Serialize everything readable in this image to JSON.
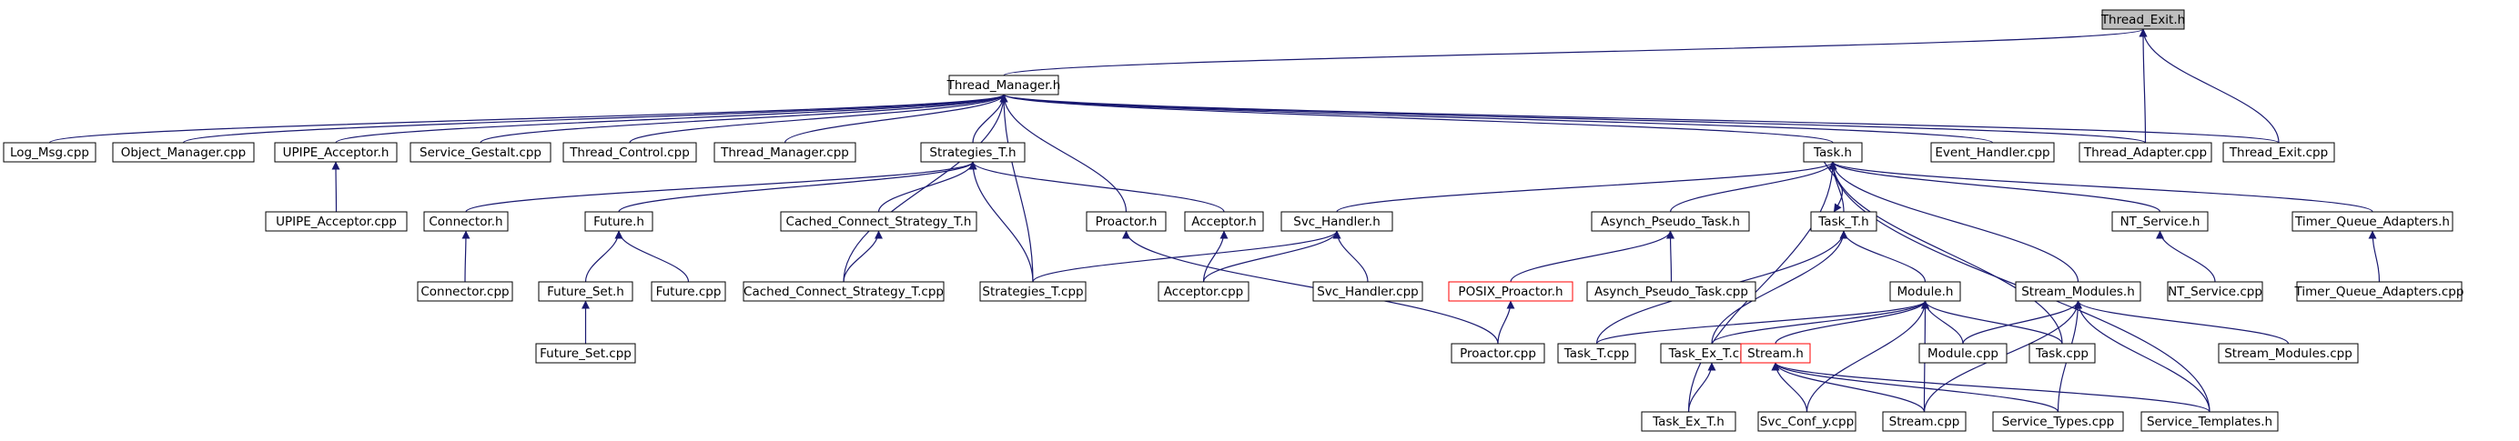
{
  "colors": {
    "edge": "#191970",
    "border": "#000000",
    "border_highlight": "#ff0000",
    "root_fill": "#bfbfbf",
    "fill": "#ffffff"
  },
  "nodes": [
    {
      "id": "thread_exit_h",
      "label": "Thread_Exit.h",
      "kind": "root"
    },
    {
      "id": "thread_manager_h",
      "label": "Thread_Manager.h"
    },
    {
      "id": "log_msg_cpp",
      "label": "Log_Msg.cpp"
    },
    {
      "id": "object_manager_cpp",
      "label": "Object_Manager.cpp"
    },
    {
      "id": "upipe_acceptor_h",
      "label": "UPIPE_Acceptor.h"
    },
    {
      "id": "service_gestalt_cpp",
      "label": "Service_Gestalt.cpp"
    },
    {
      "id": "thread_control_cpp",
      "label": "Thread_Control.cpp"
    },
    {
      "id": "thread_manager_cpp",
      "label": "Thread_Manager.cpp"
    },
    {
      "id": "strategies_t_h",
      "label": "Strategies_T.h"
    },
    {
      "id": "task_h",
      "label": "Task.h"
    },
    {
      "id": "event_handler_cpp",
      "label": "Event_Handler.cpp"
    },
    {
      "id": "thread_adapter_cpp",
      "label": "Thread_Adapter.cpp"
    },
    {
      "id": "thread_exit_cpp",
      "label": "Thread_Exit.cpp"
    },
    {
      "id": "upipe_acceptor_cpp",
      "label": "UPIPE_Acceptor.cpp"
    },
    {
      "id": "connector_h",
      "label": "Connector.h"
    },
    {
      "id": "future_h",
      "label": "Future.h"
    },
    {
      "id": "cached_connect_strategy_t_h",
      "label": "Cached_Connect_Strategy_T.h"
    },
    {
      "id": "proactor_h",
      "label": "Proactor.h"
    },
    {
      "id": "acceptor_h",
      "label": "Acceptor.h"
    },
    {
      "id": "svc_handler_h",
      "label": "Svc_Handler.h"
    },
    {
      "id": "asynch_pseudo_task_h",
      "label": "Asynch_Pseudo_Task.h"
    },
    {
      "id": "task_t_h",
      "label": "Task_T.h"
    },
    {
      "id": "nt_service_h",
      "label": "NT_Service.h"
    },
    {
      "id": "timer_queue_adapters_h",
      "label": "Timer_Queue_Adapters.h"
    },
    {
      "id": "connector_cpp",
      "label": "Connector.cpp"
    },
    {
      "id": "future_set_h",
      "label": "Future_Set.h"
    },
    {
      "id": "future_cpp",
      "label": "Future.cpp"
    },
    {
      "id": "cached_connect_strategy_t_cpp",
      "label": "Cached_Connect_Strategy_T.cpp"
    },
    {
      "id": "strategies_t_cpp",
      "label": "Strategies_T.cpp"
    },
    {
      "id": "acceptor_cpp",
      "label": "Acceptor.cpp"
    },
    {
      "id": "svc_handler_cpp",
      "label": "Svc_Handler.cpp"
    },
    {
      "id": "posix_proactor_h",
      "label": "POSIX_Proactor.h",
      "kind": "highlight"
    },
    {
      "id": "asynch_pseudo_task_cpp",
      "label": "Asynch_Pseudo_Task.cpp"
    },
    {
      "id": "module_h",
      "label": "Module.h"
    },
    {
      "id": "stream_modules_h",
      "label": "Stream_Modules.h"
    },
    {
      "id": "nt_service_cpp",
      "label": "NT_Service.cpp"
    },
    {
      "id": "timer_queue_adapters_cpp",
      "label": "Timer_Queue_Adapters.cpp"
    },
    {
      "id": "future_set_cpp",
      "label": "Future_Set.cpp"
    },
    {
      "id": "proactor_cpp",
      "label": "Proactor.cpp"
    },
    {
      "id": "task_t_cpp",
      "label": "Task_T.cpp"
    },
    {
      "id": "task_ex_t_cpp",
      "label": "Task_Ex_T.cpp"
    },
    {
      "id": "module_cpp",
      "label": "Module.cpp"
    },
    {
      "id": "task_cpp",
      "label": "Task.cpp"
    },
    {
      "id": "stream_modules_cpp",
      "label": "Stream_Modules.cpp"
    },
    {
      "id": "stream_h",
      "label": "Stream.h",
      "kind": "highlight"
    },
    {
      "id": "task_ex_t_h",
      "label": "Task_Ex_T.h"
    },
    {
      "id": "svc_conf_y_cpp",
      "label": "Svc_Conf_y.cpp"
    },
    {
      "id": "stream_cpp",
      "label": "Stream.cpp"
    },
    {
      "id": "service_types_cpp",
      "label": "Service_Types.cpp"
    },
    {
      "id": "service_templates_h",
      "label": "Service_Templates.h"
    }
  ],
  "edges": [
    [
      "thread_manager_h",
      "thread_exit_h"
    ],
    [
      "thread_adapter_cpp",
      "thread_exit_h"
    ],
    [
      "thread_exit_cpp",
      "thread_exit_h"
    ],
    [
      "log_msg_cpp",
      "thread_manager_h"
    ],
    [
      "object_manager_cpp",
      "thread_manager_h"
    ],
    [
      "upipe_acceptor_h",
      "thread_manager_h"
    ],
    [
      "service_gestalt_cpp",
      "thread_manager_h"
    ],
    [
      "thread_control_cpp",
      "thread_manager_h"
    ],
    [
      "thread_manager_cpp",
      "thread_manager_h"
    ],
    [
      "strategies_t_h",
      "thread_manager_h"
    ],
    [
      "strategies_t_cpp",
      "thread_manager_h"
    ],
    [
      "cached_connect_strategy_t_cpp",
      "thread_manager_h"
    ],
    [
      "proactor_h",
      "thread_manager_h"
    ],
    [
      "task_h",
      "thread_manager_h"
    ],
    [
      "event_handler_cpp",
      "thread_manager_h"
    ],
    [
      "thread_adapter_cpp",
      "thread_manager_h"
    ],
    [
      "thread_exit_cpp",
      "thread_manager_h"
    ],
    [
      "upipe_acceptor_cpp",
      "upipe_acceptor_h"
    ],
    [
      "connector_h",
      "strategies_t_h"
    ],
    [
      "future_h",
      "strategies_t_h"
    ],
    [
      "cached_connect_strategy_t_h",
      "strategies_t_h"
    ],
    [
      "acceptor_h",
      "strategies_t_h"
    ],
    [
      "strategies_t_cpp",
      "strategies_t_h"
    ],
    [
      "connector_cpp",
      "connector_h"
    ],
    [
      "future_set_h",
      "future_h"
    ],
    [
      "future_cpp",
      "future_h"
    ],
    [
      "future_set_cpp",
      "future_set_h"
    ],
    [
      "cached_connect_strategy_t_cpp",
      "cached_connect_strategy_t_h"
    ],
    [
      "proactor_cpp",
      "proactor_h"
    ],
    [
      "acceptor_cpp",
      "acceptor_h"
    ],
    [
      "svc_handler_cpp",
      "svc_handler_h"
    ],
    [
      "acceptor_cpp",
      "svc_handler_h"
    ],
    [
      "strategies_t_cpp",
      "svc_handler_h"
    ],
    [
      "svc_handler_h",
      "task_h"
    ],
    [
      "asynch_pseudo_task_h",
      "task_h"
    ],
    [
      "task_t_h",
      "task_h"
    ],
    [
      "nt_service_h",
      "task_h"
    ],
    [
      "timer_queue_adapters_h",
      "task_h"
    ],
    [
      "stream_modules_h",
      "task_h"
    ],
    [
      "task_cpp",
      "task_h"
    ],
    [
      "task_ex_t_h",
      "task_h"
    ],
    [
      "service_templates_h",
      "task_h"
    ],
    [
      "task_h",
      "task_t_h"
    ],
    [
      "posix_proactor_h",
      "asynch_pseudo_task_h"
    ],
    [
      "asynch_pseudo_task_cpp",
      "asynch_pseudo_task_h"
    ],
    [
      "proactor_cpp",
      "posix_proactor_h"
    ],
    [
      "module_h",
      "task_t_h"
    ],
    [
      "task_t_cpp",
      "task_t_h"
    ],
    [
      "task_ex_t_cpp",
      "task_t_h"
    ],
    [
      "nt_service_cpp",
      "nt_service_h"
    ],
    [
      "timer_queue_adapters_cpp",
      "timer_queue_adapters_h"
    ],
    [
      "task_t_cpp",
      "module_h"
    ],
    [
      "task_ex_t_cpp",
      "module_h"
    ],
    [
      "stream_h",
      "module_h"
    ],
    [
      "svc_conf_y_cpp",
      "module_h"
    ],
    [
      "stream_cpp",
      "module_h"
    ],
    [
      "module_cpp",
      "module_h"
    ],
    [
      "task_cpp",
      "module_h"
    ],
    [
      "module_cpp",
      "stream_modules_h"
    ],
    [
      "stream_modules_cpp",
      "stream_modules_h"
    ],
    [
      "stream_cpp",
      "stream_modules_h"
    ],
    [
      "service_types_cpp",
      "stream_modules_h"
    ],
    [
      "service_templates_h",
      "stream_modules_h"
    ],
    [
      "task_ex_t_h",
      "task_ex_t_cpp"
    ],
    [
      "stream_cpp",
      "stream_h"
    ],
    [
      "svc_conf_y_cpp",
      "stream_h"
    ],
    [
      "service_types_cpp",
      "stream_h"
    ],
    [
      "service_templates_h",
      "stream_h"
    ]
  ]
}
